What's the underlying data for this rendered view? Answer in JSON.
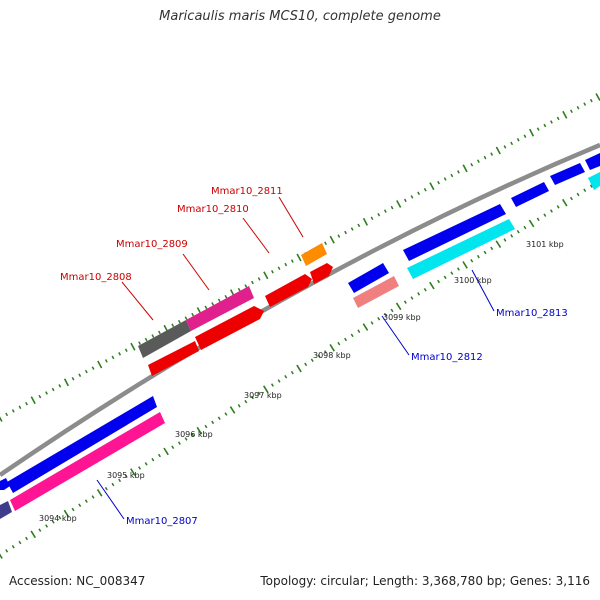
{
  "title": "Maricaulis maris MCS10, complete genome",
  "footer": {
    "accession": "Accession: NC_008347",
    "summary": "Topology: circular; Length: 3,368,780 bp; Genes: 3,116"
  },
  "colors": {
    "backbone": "#8c8c8c",
    "tick_marks": "#2e7d1e",
    "label_forward": "#cc0000",
    "label_reverse": "#0000cc"
  },
  "scale": {
    "unit": "kbp",
    "labels": [
      "3094 kbp",
      "3095 kbp",
      "3096 kbp",
      "3097 kbp",
      "3098 kbp",
      "3099 kbp",
      "3100 kbp",
      "3101 kbp"
    ]
  },
  "gene_labels": {
    "forward": [
      "Mmar10_2808",
      "Mmar10_2809",
      "Mmar10_2810",
      "Mmar10_2811"
    ],
    "reverse": [
      "Mmar10_2807",
      "Mmar10_2812",
      "Mmar10_2813"
    ]
  },
  "features": [
    {
      "track": "outer",
      "color": "#5a5a5a"
    },
    {
      "track": "outer",
      "color": "#e0208c"
    },
    {
      "track": "outer",
      "color": "#ff8c00"
    },
    {
      "track": "forward",
      "color": "#ee0000"
    },
    {
      "track": "reverse",
      "color": "#0000ee"
    },
    {
      "track": "reverse",
      "color": "#ff1493"
    },
    {
      "track": "reverse",
      "color": "#00e5ee"
    },
    {
      "track": "reverse",
      "color": "#f08080"
    },
    {
      "track": "reverse",
      "color": "#3d3d8c"
    }
  ]
}
